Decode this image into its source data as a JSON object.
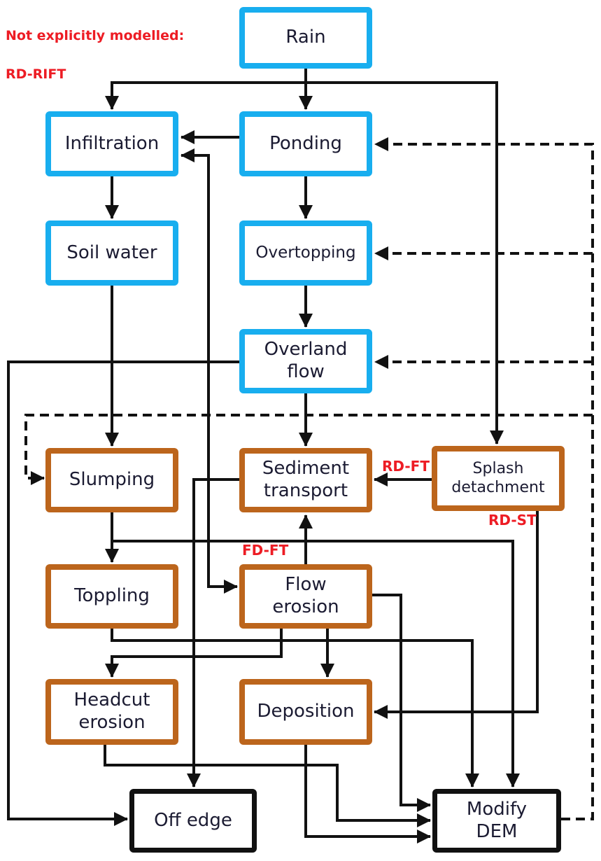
{
  "note": {
    "line1": "Not explicitly modelled:",
    "line2": "RD-RIFT"
  },
  "colors": {
    "water_border": "#18aeef",
    "erosion_border": "#bc651c",
    "terminal_border": "#111111",
    "connector": "#111111",
    "annotation_red": "#ed1c24",
    "label_text": "#1b1b32",
    "background": "#ffffff"
  },
  "nodes": {
    "rain": {
      "label": "Rain",
      "type": "water"
    },
    "infiltration": {
      "label": "Infiltration",
      "type": "water"
    },
    "ponding": {
      "label": "Ponding",
      "type": "water"
    },
    "soil_water": {
      "label": "Soil water",
      "type": "water"
    },
    "overtopping": {
      "label": "Overtopping",
      "type": "water"
    },
    "overland_flow": {
      "label": "Overland\nflow",
      "type": "water"
    },
    "slumping": {
      "label": "Slumping",
      "type": "erosion"
    },
    "sediment_transport": {
      "label": "Sediment\ntransport",
      "type": "erosion"
    },
    "splash_detachment": {
      "label": "Splash\ndetachment",
      "type": "erosion"
    },
    "toppling": {
      "label": "Toppling",
      "type": "erosion"
    },
    "flow_erosion": {
      "label": "Flow\nerosion",
      "type": "erosion"
    },
    "headcut_erosion": {
      "label": "Headcut\nerosion",
      "type": "erosion"
    },
    "deposition": {
      "label": "Deposition",
      "type": "erosion"
    },
    "off_edge": {
      "label": "Off edge",
      "type": "terminal"
    },
    "modify_dem": {
      "label": "Modify\nDEM",
      "type": "terminal"
    }
  },
  "edge_labels": {
    "rd_ft": "RD-FT",
    "rd_st": "RD-ST",
    "fd_ft": "FD-FT"
  },
  "edges": [
    {
      "from": "rain",
      "to": "ponding",
      "style": "solid"
    },
    {
      "from": "rain",
      "to": "infiltration",
      "style": "solid"
    },
    {
      "from": "rain",
      "to": "splash_detachment",
      "style": "solid"
    },
    {
      "from": "ponding",
      "to": "infiltration",
      "style": "solid"
    },
    {
      "from": "ponding",
      "to": "overtopping",
      "style": "solid"
    },
    {
      "from": "infiltration",
      "to": "soil_water",
      "style": "solid"
    },
    {
      "from": "soil_water",
      "to": "slumping",
      "style": "solid"
    },
    {
      "from": "overtopping",
      "to": "overland_flow",
      "style": "solid"
    },
    {
      "from": "overland_flow",
      "to": "sediment_transport",
      "style": "solid"
    },
    {
      "from": "overland_flow",
      "to": "infiltration",
      "style": "solid"
    },
    {
      "from": "overland_flow",
      "to": "flow_erosion",
      "style": "solid"
    },
    {
      "from": "overland_flow",
      "to": "off_edge",
      "style": "solid"
    },
    {
      "from": "flow_erosion",
      "to": "sediment_transport",
      "style": "solid",
      "label": "FD-FT"
    },
    {
      "from": "splash_detachment",
      "to": "sediment_transport",
      "style": "solid",
      "label": "RD-FT"
    },
    {
      "from": "splash_detachment",
      "to": "deposition",
      "style": "solid",
      "label": "RD-ST"
    },
    {
      "from": "slumping",
      "to": "toppling",
      "style": "solid"
    },
    {
      "from": "slumping",
      "to": "modify_dem",
      "style": "solid"
    },
    {
      "from": "toppling",
      "to": "modify_dem",
      "style": "solid"
    },
    {
      "from": "flow_erosion",
      "to": "headcut_erosion",
      "style": "solid"
    },
    {
      "from": "flow_erosion",
      "to": "deposition",
      "style": "solid"
    },
    {
      "from": "flow_erosion",
      "to": "modify_dem",
      "style": "solid"
    },
    {
      "from": "sediment_transport",
      "to": "off_edge",
      "style": "solid"
    },
    {
      "from": "headcut_erosion",
      "to": "modify_dem",
      "style": "solid"
    },
    {
      "from": "deposition",
      "to": "modify_dem",
      "style": "solid"
    },
    {
      "from": "modify_dem",
      "to": "ponding",
      "style": "dashed"
    },
    {
      "from": "modify_dem",
      "to": "overtopping",
      "style": "dashed"
    },
    {
      "from": "modify_dem",
      "to": "overland_flow",
      "style": "dashed"
    },
    {
      "from": "modify_dem",
      "to": "slumping",
      "style": "dashed"
    }
  ]
}
